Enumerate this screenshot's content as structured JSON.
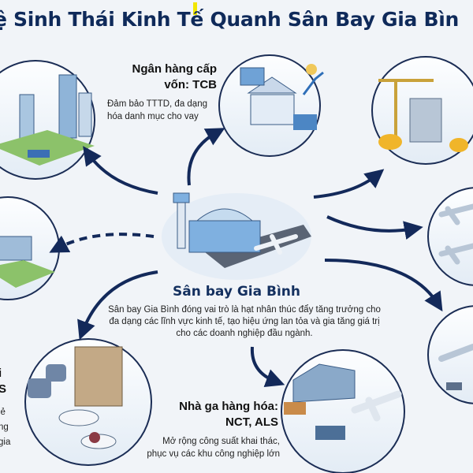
{
  "title": "ệ Sinh Thái Kinh Tế Quanh Sân Bay Gia Bìn",
  "center": {
    "title": "Sân bay Gia Bình",
    "description": "Sân bay Gia Bình đóng vai trò là hạt nhân thúc đẩy tăng trưởng cho đa dạng các lĩnh vực kinh tế, tạo hiệu ứng lan tỏa và gia tăng giá trị cho các doanh nghiệp đầu ngành."
  },
  "bank": {
    "title_line1": "Ngân hàng cấp",
    "title_line2": "vốn: TCB",
    "desc_line1": "Đảm bảo TTTD, đa dạng",
    "desc_line2": "hóa danh mục cho vay"
  },
  "cargo": {
    "title_line1": "Nhà ga hàng hóa:",
    "title_line2": "NCT, ALS",
    "desc_line1": "Mở rộng công suất khai thác,",
    "desc_line2": "phục vụ các khu công nghiệp lớn"
  },
  "retail_partial": {
    "title_line1": "i",
    "title_line2": "S",
    "desc_line1": "lẻ",
    "desc_line2": "ng",
    "desc_line3": "gia"
  },
  "colors": {
    "navy": "#0f2a5a",
    "arrow": "#13295a",
    "circle": "#1b2d55"
  }
}
